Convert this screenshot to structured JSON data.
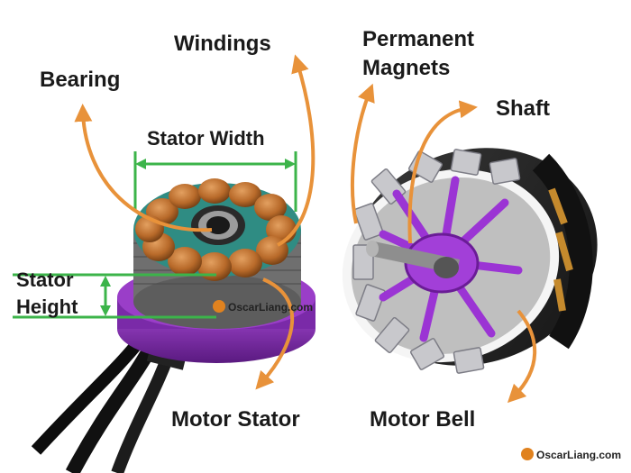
{
  "labels": {
    "bearing": "Bearing",
    "windings": "Windings",
    "permanent_magnets_line1": "Permanent",
    "permanent_magnets_line2": "Magnets",
    "shaft": "Shaft",
    "stator_width": "Stator Width",
    "stator_height_line1": "Stator",
    "stator_height_line2": "Height",
    "motor_stator": "Motor Stator",
    "motor_bell": "Motor Bell"
  },
  "watermarks": {
    "center": "OscarLiang.com",
    "corner": "OscarLiang.com"
  },
  "colors": {
    "arrow_orange": "#e8923a",
    "dimension_green": "#3cb44a",
    "copper": "#b86a2a",
    "purple": "#8a2fb5",
    "dark_metal": "#2b2b2b",
    "teal_insulation": "#2f8c83"
  }
}
